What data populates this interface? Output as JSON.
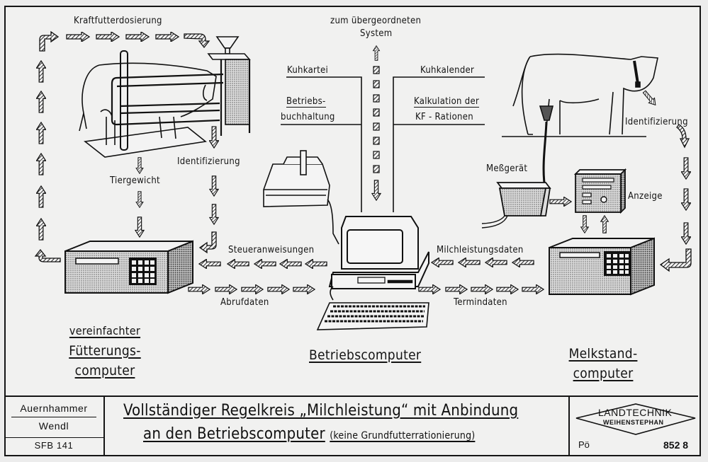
{
  "diagram": {
    "top_label": "Kraftfutterdosierung",
    "up_label_line1": "zum übergeordneten",
    "up_label_line2": "System",
    "left_data": {
      "kuhkartei": "Kuhkartei",
      "betriebs": "Betriebs-",
      "buchhaltung": "buchhaltung"
    },
    "right_data": {
      "kuhkalender": "Kuhkalender",
      "kalkulation": "Kalkulation der",
      "kf_rationen": "KF - Rationen"
    },
    "left_flows": {
      "identifizierung": "Identifizierung",
      "tiergewicht": "Tiergewicht",
      "steueranweisungen": "Steueranweisungen",
      "abrufdaten": "Abrufdaten"
    },
    "right_flows": {
      "identifizierung": "Identifizierung",
      "messgeraet": "Meßgerät",
      "anzeige": "Anzeige",
      "milchleistungsdaten": "Milchleistungsdaten",
      "termindaten": "Termindaten"
    },
    "components": {
      "feeder_line1": "vereinfachter",
      "feeder_line2": "Fütterungs-",
      "feeder_line3": "computer",
      "farm_computer": "Betriebscomputer",
      "milking_line1": "Melkstand-",
      "milking_line2": "computer"
    },
    "icons": [
      "cow-in-feeding-stall-icon",
      "feed-hopper-icon",
      "printer-icon",
      "desktop-computer-icon",
      "keyboard-icon",
      "cow-milking-icon",
      "milk-meter-icon",
      "display-unit-icon",
      "computer-box-icon",
      "hatched-arrow-icon"
    ]
  },
  "title_block": {
    "authors": [
      "Auernhammer",
      "Wendl"
    ],
    "project": "SFB 141",
    "title_line1": "Vollständiger Regelkreis „Milchleistung“ mit Anbindung",
    "title_line2_main": "an den Betriebscomputer",
    "title_line2_note": "(keine Grundfutterrationierung)",
    "logo_line1": "LANDTECHNIK",
    "logo_line2": "WEIHENSTEPHAN",
    "initials": "Pö",
    "number": "852 8"
  }
}
